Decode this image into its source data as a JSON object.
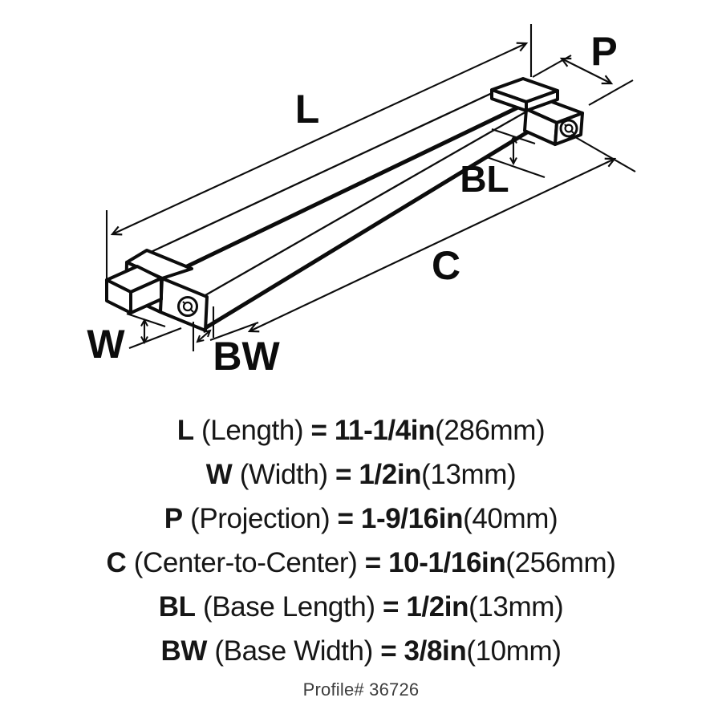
{
  "diagram": {
    "labels": {
      "length": "L",
      "projection": "P",
      "base_length": "BL",
      "center_to_center": "C",
      "width": "W",
      "base_width": "BW"
    }
  },
  "specs": [
    {
      "label": "L",
      "name": "(Length)",
      "value": "= 11-1/4in",
      "metric": "(286mm)"
    },
    {
      "label": "W",
      "name": "(Width)",
      "value": "= 1/2in",
      "metric": "(13mm)"
    },
    {
      "label": "P",
      "name": "(Projection)",
      "value": "= 1-9/16in",
      "metric": "(40mm)"
    },
    {
      "label": "C",
      "name": "(Center-to-Center)",
      "value": "= 10-1/16in",
      "metric": "(256mm)"
    },
    {
      "label": "BL",
      "name": "(Base Length)",
      "value": "= 1/2in",
      "metric": "(13mm)"
    },
    {
      "label": "BW",
      "name": "(Base Width)",
      "value": "= 3/8in",
      "metric": "(10mm)"
    }
  ],
  "profile": "Profile# 36726",
  "colors": {
    "ink": "#0c0c0c",
    "profile_text": "#3d3d3d",
    "background": "#ffffff"
  }
}
